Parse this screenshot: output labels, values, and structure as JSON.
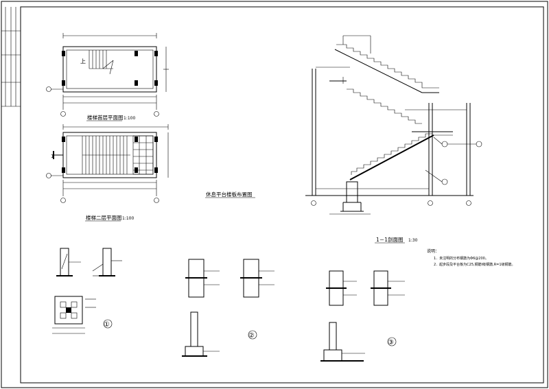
{
  "drawing": {
    "ground_floor_plan_title": "楼梯首层平面图",
    "ground_floor_plan_scale": "1:100",
    "second_floor_plan_title": "楼梯二层平面图",
    "second_floor_plan_scale": "1:100",
    "platform_layout_title": "休息平台楼板布置图",
    "section_title": "1－1剖面图",
    "section_scale": "1:30",
    "up_label": "上",
    "section_mark": "1",
    "notes": {
      "title": "说明：",
      "line1": "1．未注明的分布钢筋为Φ6@200。",
      "line2": "2．起步段及平台板为C25,钢筋Ⅰ级钢筋,R=1级钢筋。"
    },
    "details": {
      "d1": "①",
      "d2": "②",
      "d3": "③"
    }
  }
}
